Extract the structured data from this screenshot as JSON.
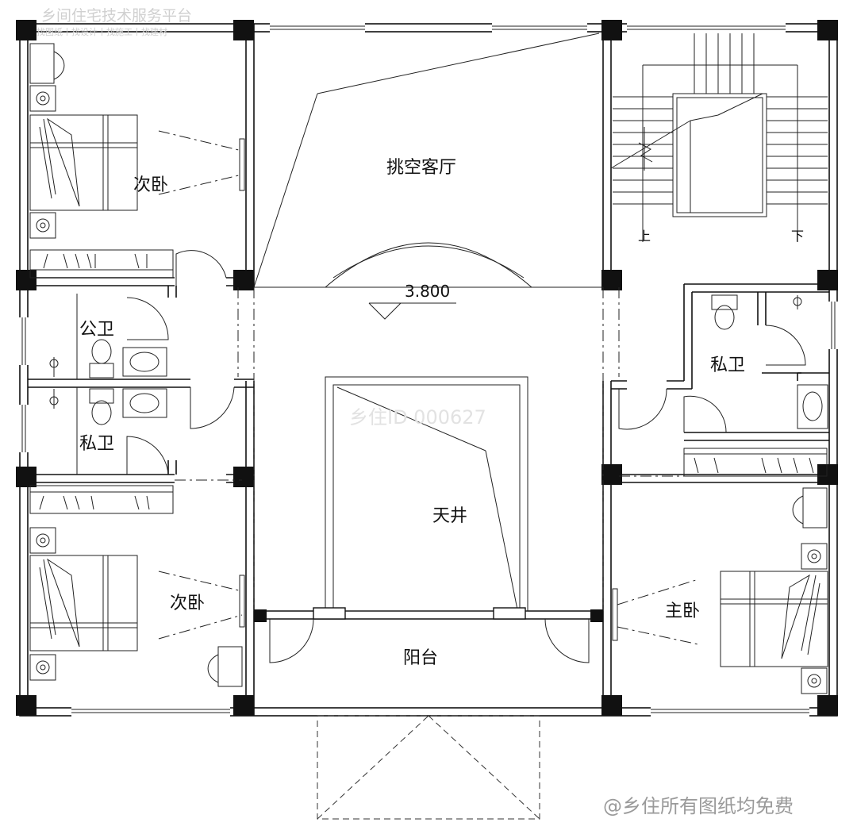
{
  "watermark": {
    "platform": "乡间住宅技术服务平台",
    "services": "找图纸丨找设计丨找施工丨找建材",
    "drawing_id": "乡住ID 000627",
    "credit": "@乡住所有图纸均免费"
  },
  "elevation": {
    "value": "3.800"
  },
  "rooms": {
    "living": "挑空客厅",
    "bed_top_left": "次卧",
    "bed_bottom_left": "次卧",
    "master_bed": "主卧",
    "public_bath": "公卫",
    "private_bath_left": "私卫",
    "private_bath_right": "私卫",
    "atrium": "天井",
    "balcony": "阳台"
  },
  "stairs": {
    "up": "上",
    "down": "下"
  }
}
